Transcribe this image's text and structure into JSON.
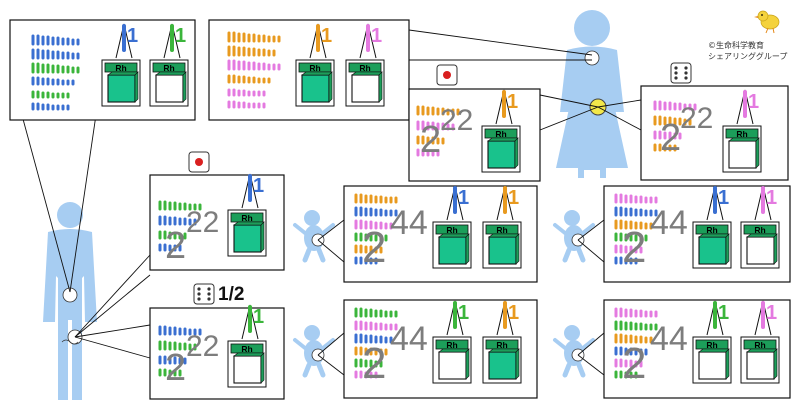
{
  "credit": {
    "line1": "©生命科学教育",
    "line2": "シェアリンググループ"
  },
  "factor_label": "Rh",
  "chromosome_number": "1",
  "count_labels": {
    "diploid": "44",
    "haploid": "22",
    "prefix": "2"
  },
  "probability_label": "1/2",
  "colors": {
    "figure": "#a7cdf2",
    "rh_positive": "#19c28c",
    "rh_negative": "#ffffff",
    "cube_top": "#1c9e5a",
    "paternal_chrom": "#3a6fd1",
    "maternal_chrom": "#e89a1f",
    "green_chrom": "#3bb53b",
    "pink_chrom": "#e47ae0",
    "count_text": "#7d7d7d",
    "highlight": "#f3e84a"
  },
  "icons": [
    "dice-one-icon",
    "dice-six-icon",
    "chick-logo-icon",
    "person-icon",
    "baby-icon"
  ]
}
